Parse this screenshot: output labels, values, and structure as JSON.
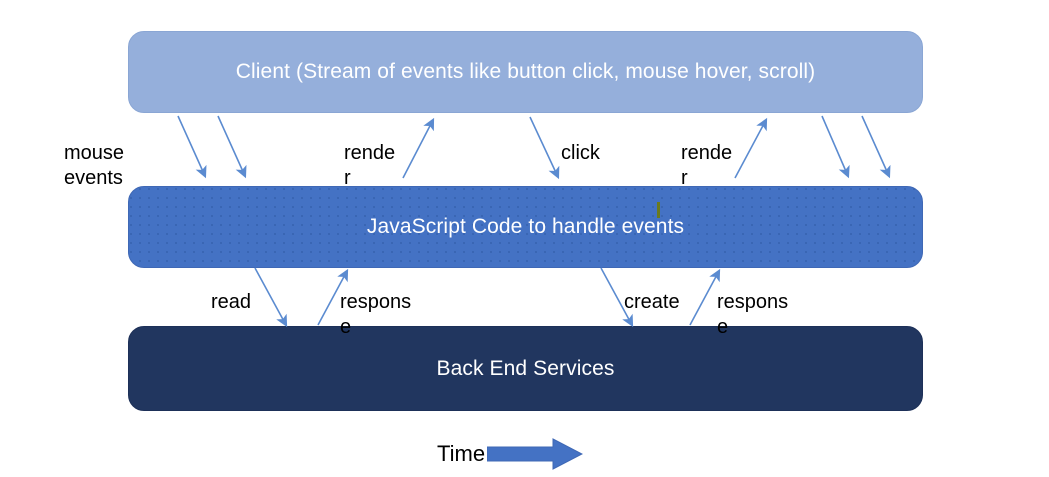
{
  "diagram": {
    "title_bar_absent": true,
    "background_color": "#ffffff",
    "lanes": [
      {
        "id": "client",
        "label": "Client (Stream of events like button click, mouse hover, scroll)",
        "color": "#95afdb"
      },
      {
        "id": "javascript",
        "label": "JavaScript Code to handle events",
        "color": "#4472c4"
      },
      {
        "id": "backend",
        "label": "Back End Services",
        "color": "#21365f"
      }
    ],
    "connector_labels": {
      "mouse_events": "mouse\nevents",
      "render_1": "rende\nr",
      "click": "click",
      "render_2": "rende\nr",
      "read": "read",
      "response_1": "respons\ne",
      "create": "create",
      "response_2": "respons\ne"
    },
    "axis": {
      "time_label": "Time",
      "time_arrow_direction": "right",
      "time_arrow_color": "#4472c4"
    },
    "arrow_color": "#5b8bd0"
  }
}
